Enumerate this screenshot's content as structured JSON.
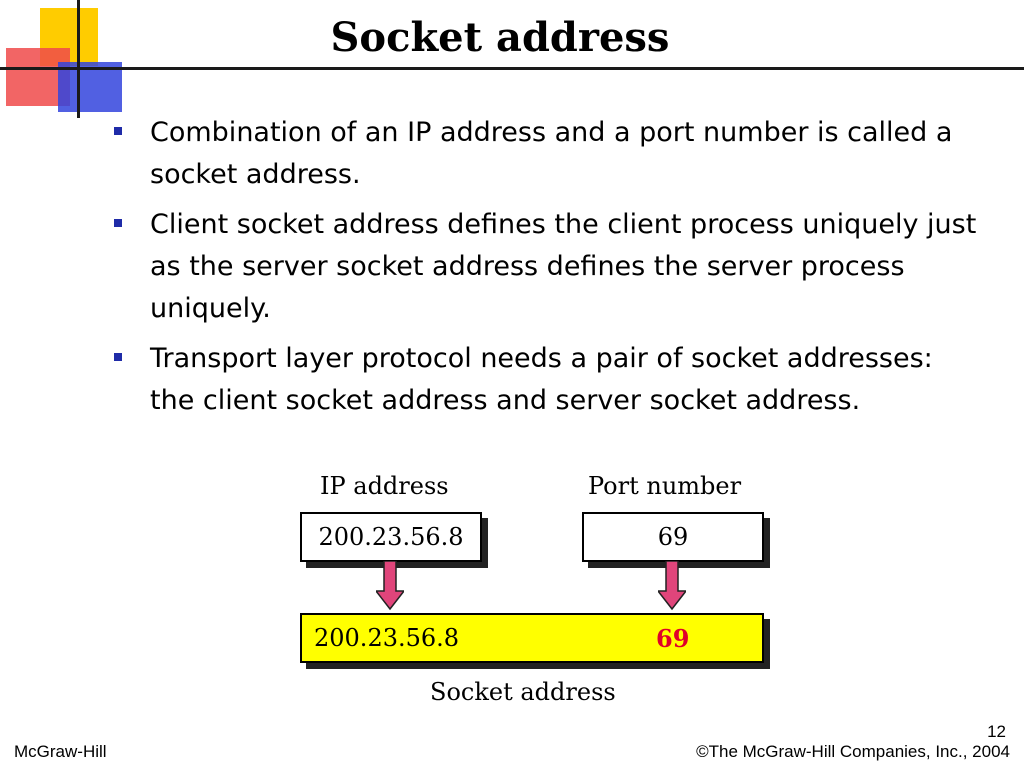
{
  "slide": {
    "title": "Socket address",
    "bullets": [
      "Combination of an IP address and a port number is called a socket address.",
      "Client socket address defines the client process uniquely just as the server socket address defines the server process uniquely.",
      "Transport layer protocol needs a pair of socket addresses: the client socket address and server socket address."
    ],
    "page_number": "12"
  },
  "diagram": {
    "ip_label": "IP address",
    "port_label": "Port number",
    "ip_value": "200.23.56.8",
    "port_value": "69",
    "socket_ip": "200.23.56.8",
    "socket_port": "69",
    "socket_label": "Socket address",
    "colors": {
      "socket_fill": "#ffff00",
      "arrow_fill": "#e0457b",
      "port_highlight": "#e0002a"
    }
  },
  "footer": {
    "left": "McGraw-Hill",
    "right": "©The McGraw-Hill Companies, Inc., 2004"
  },
  "decoration_colors": {
    "yellow": "#ffcc00",
    "red": "#f04a4a",
    "blue": "#3344dd",
    "bullet": "#1f2ba8"
  }
}
